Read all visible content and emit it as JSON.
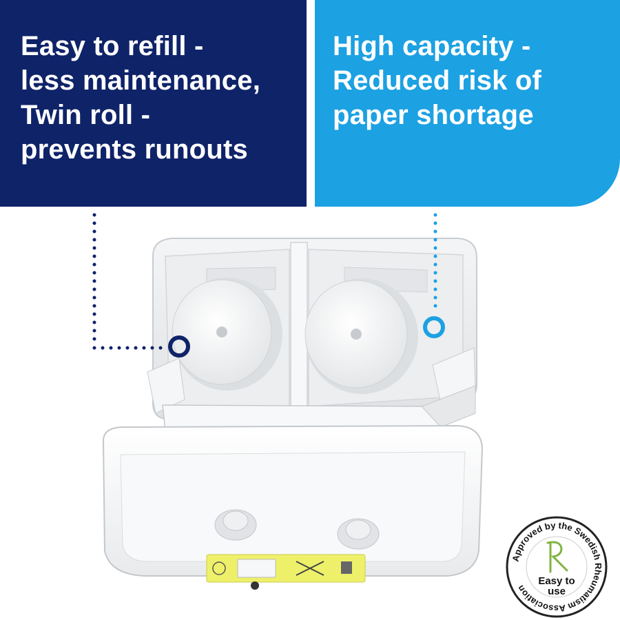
{
  "panels": {
    "left": {
      "lines": [
        "Easy to refill -",
        "less maintenance,",
        "Twin roll -",
        "prevents runouts"
      ]
    },
    "right": {
      "lines": [
        "High capacity -",
        "Reduced risk of",
        "paper shortage"
      ]
    }
  },
  "badge": {
    "ring_text": "Approved by the Swedish Rheumatism Association",
    "inner_text": [
      "Easy to",
      "use"
    ]
  },
  "colors": {
    "navy": "#0f2368",
    "sky_blue": "#1ca1e2",
    "badge_green": "#7fb342"
  },
  "icons": [
    "callout-ring-icon",
    "rheumatism-r-icon"
  ]
}
